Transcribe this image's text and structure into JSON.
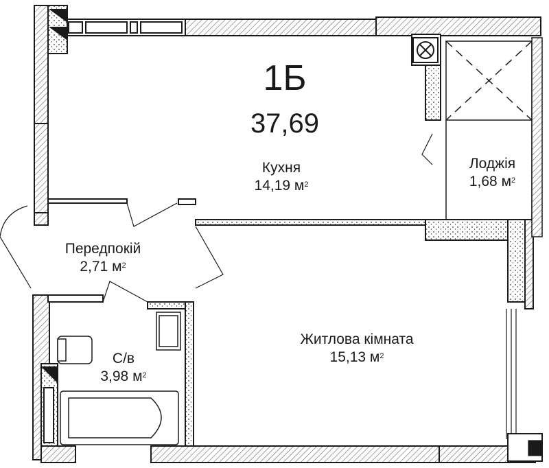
{
  "apartment": {
    "code": "1Б",
    "total_area": "37,69"
  },
  "unit_label": "м",
  "unit_power": "2",
  "rooms": {
    "kitchen": {
      "name": "Кухня",
      "area": "14,19"
    },
    "loggia": {
      "name": "Лоджія",
      "area": "1,68"
    },
    "hallway": {
      "name": "Передпокій",
      "area": "2,71"
    },
    "bathroom": {
      "name": "С/в",
      "area": "3,98"
    },
    "living": {
      "name": "Житлова кімната",
      "area": "15,13"
    }
  },
  "colors": {
    "wall_line": "#1a1a1a",
    "hatch": "#555555",
    "background": "#ffffff"
  }
}
